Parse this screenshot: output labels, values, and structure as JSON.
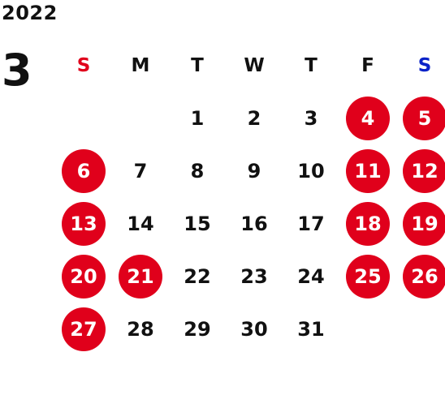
{
  "calendar": {
    "year": "2022",
    "month": "3",
    "weekdays": [
      "S",
      "M",
      "T",
      "W",
      "T",
      "F",
      "S"
    ],
    "colors": {
      "sunday": "#e0001b",
      "saturday": "#0a22c8",
      "highlight": "#e0001b",
      "text": "#111111"
    },
    "start_weekday_index": 2,
    "days_in_month": 31,
    "highlighted_days": [
      4,
      5,
      6,
      11,
      12,
      13,
      18,
      19,
      20,
      21,
      25,
      26,
      27
    ]
  }
}
